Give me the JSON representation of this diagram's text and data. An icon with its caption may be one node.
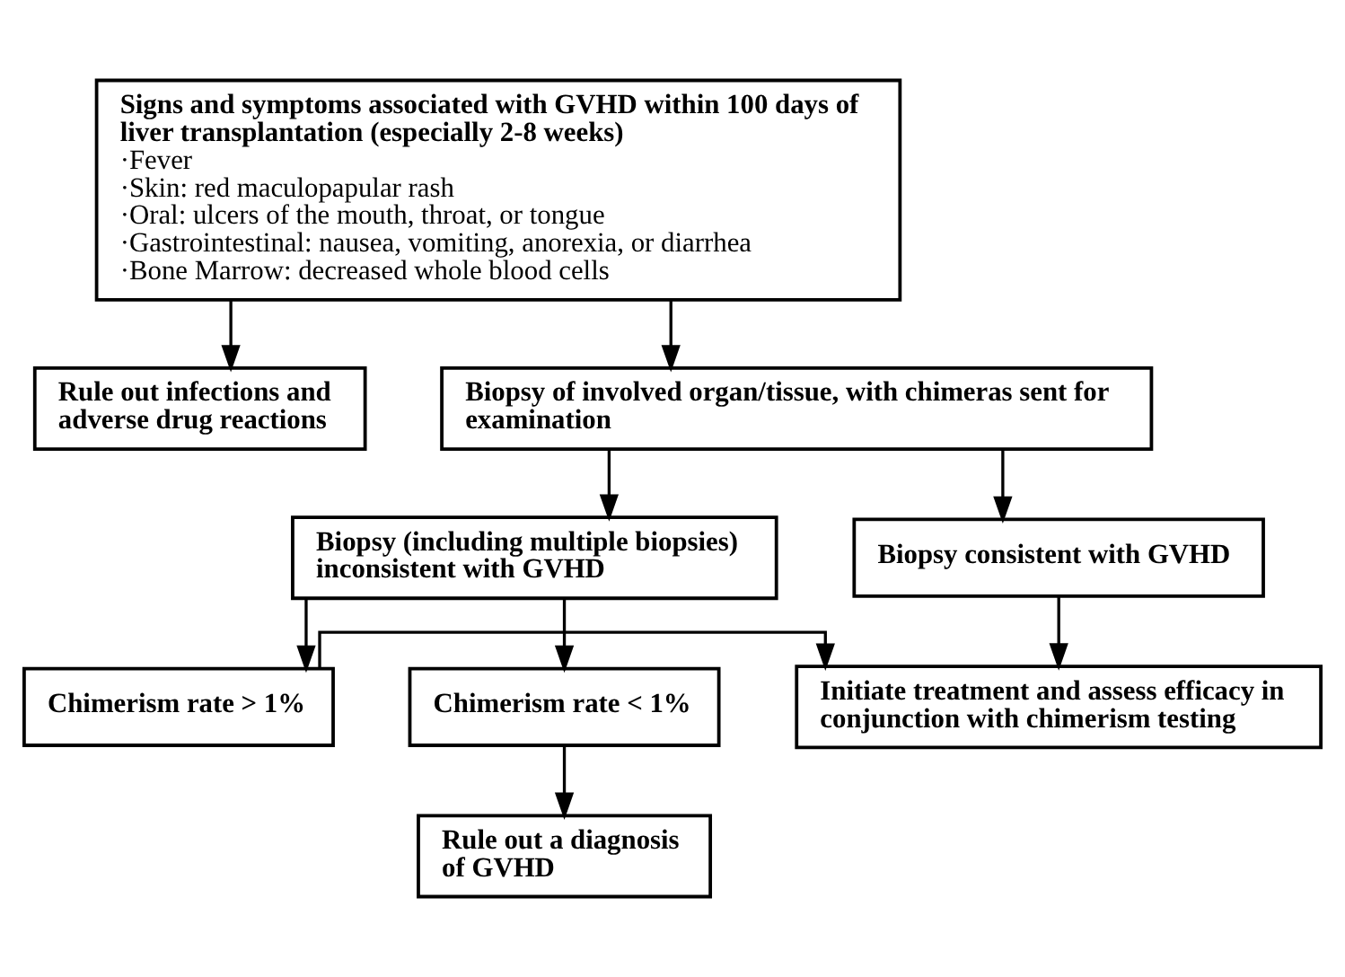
{
  "diagram": {
    "nodes": [
      {
        "text": [
          "Signs and symptoms associated with GVHD within 100 days of liver transplantation (especially 2-8 weeks)",
          "·Fever",
          "·Skin: red maculopapular rash",
          "·Oral: ulcers of the mouth, throat, or tongue",
          "·Gastrointestinal: nausea, vomiting, anorexia, or diarrhea",
          "·Bone Marrow: decreased whole blood cells"
        ]
      },
      {
        "text": [
          "Rule out infections and adverse drug reactions"
        ]
      },
      {
        "text": [
          "Biopsy of involved organ/tissue, with chimeras sent for examination"
        ]
      },
      {
        "text": [
          "Biopsy consistent with GVHD"
        ]
      },
      {
        "text": [
          "Biopsy (including multiple biopsies) inconsistent with GVHD"
        ]
      },
      {
        "text": [
          "Initiate treatment and assess efficacy in conjunction with chimerism testing"
        ]
      },
      {
        "text": [
          "Chimerism rate > 1%"
        ]
      },
      {
        "text": [
          "Chimerism rate < 1%"
        ]
      },
      {
        "text": [
          "Rule out a diagnosis of GVHD"
        ]
      }
    ],
    "edges": [
      {
        "from": 0,
        "to": 1,
        "arrow": "to"
      },
      {
        "from": 0,
        "to": 2,
        "arrow": "to"
      },
      {
        "from": 2,
        "to": 3,
        "arrow": "to"
      },
      {
        "from": 2,
        "to": 4,
        "arrow": "to"
      },
      {
        "from": 3,
        "to": 5,
        "arrow": "to"
      },
      {
        "from": 4,
        "to": 6,
        "arrow": "to"
      },
      {
        "from": 4,
        "to": 7,
        "arrow": "to"
      },
      {
        "from": 6,
        "to": 5,
        "arrow": "to"
      },
      {
        "from": 7,
        "to": 8,
        "arrow": "to"
      }
    ]
  }
}
